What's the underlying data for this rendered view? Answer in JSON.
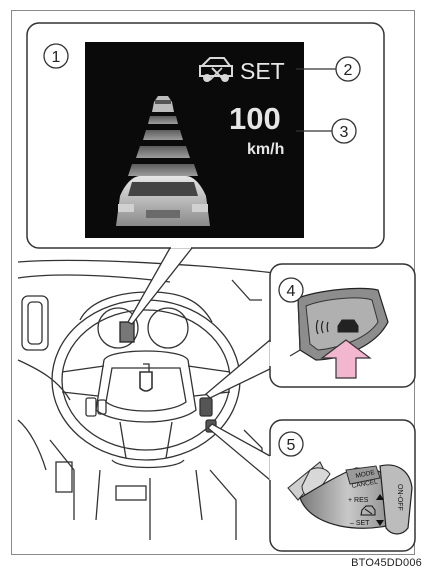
{
  "callouts": [
    "1",
    "2",
    "3",
    "4",
    "5"
  ],
  "display": {
    "set_text": "SET",
    "speed_value": "100",
    "speed_unit": "km/h"
  },
  "lever": {
    "mode_label": "MODE",
    "cancel_label": "CANCEL",
    "res_label": "+ RES",
    "set_label": "– SET",
    "on_off_label": "ON-OFF"
  },
  "footer": {
    "image_code": "BTO45DD006"
  },
  "colors": {
    "screen": "#0a0a0a",
    "indicator_green": "#9a9a9a",
    "arrow": "#f3b6cf",
    "frame": "#8a8a8a"
  },
  "icons": [
    "radar-cruise-icon",
    "vehicle-distance-icon",
    "preceding-vehicle-icon",
    "distance-switch-icon",
    "up-arrow-icon"
  ]
}
